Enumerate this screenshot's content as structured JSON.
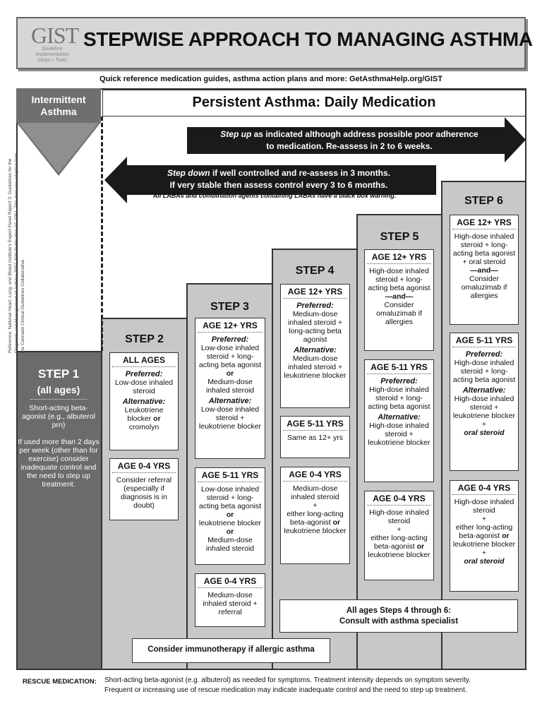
{
  "header": {
    "logo_word": "GIST",
    "logo_tagline": "Guideline Implementation Steps + Tools",
    "title": "STEPWISE APPROACH TO MANAGING ASTHMA",
    "subline": "Quick reference medication guides, asthma action plans and more: GetAsthmaHelp.org/GIST"
  },
  "intermittent": {
    "line1": "Intermittent",
    "line2": "Asthma"
  },
  "persistent_title": "Persistent Asthma: Daily Medication",
  "reference": "Reference: National Heart, Lung, and Blood Institute's Expert Panel Report 3: Guidelines for the Diagnosis and Management of Asthma 2007, NIH Publication 07-4051. This tool was adapted from the Colorado Clinical Guidelines Collaborative.",
  "step_up": {
    "lead": "Step up",
    "line1_rest": " as indicated although address possible poor adherence",
    "line2": "to medication. Re-assess in 2 to 6 weeks."
  },
  "step_down": {
    "lead": "Step down",
    "line1_rest": " if well controlled and re-assess in 3 months.",
    "line2": "If very stable then assess control every 3 to 6 months."
  },
  "black_box": "All LABAs and combination agents containing LABAs have a black box warning.",
  "step1": {
    "title": "STEP 1",
    "subtitle": "(all ages)",
    "p1": "Short-acting beta-agonist (e.g., albuterol prn)",
    "p2": "If used more than 2 days per week (other than for exercise) consider inadequate control and the need to step up treatment."
  },
  "step2": {
    "title": "STEP 2",
    "all_ages": {
      "h": "ALL AGES",
      "pref": "Preferred:",
      "pref_text": "Low-dose inhaled steroid",
      "alt": "Alternative:",
      "alt_text1": "Leukotriene blocker",
      "or": " or",
      "alt_text2": "cromolyn"
    },
    "age04": {
      "h": "AGE 0-4 YRS",
      "text": "Consider referral (especially if diagnosis is in doubt)"
    }
  },
  "step3": {
    "title": "STEP 3",
    "age12": {
      "h": "AGE 12+ YRS",
      "pref": "Preferred:",
      "t1": "Low-dose inhaled steroid + long-acting beta agonist",
      "or": " or",
      "t2": "Medium-dose inhaled steroid",
      "alt": "Alternative:",
      "t3": "Low-dose inhaled steroid + leukotriene blocker"
    },
    "age511": {
      "h": "AGE 5-11 YRS",
      "t1": "Low-dose inhaled steroid + long-acting beta agonist",
      "or1": " or",
      "t2": "leukotriene blocker",
      "or2": " or",
      "t3": "Medium-dose inhaled steroid"
    },
    "age04": {
      "h": "AGE 0-4 YRS",
      "text": "Medium-dose inhaled steroid + referral"
    }
  },
  "step4": {
    "title": "STEP 4",
    "age12": {
      "h": "AGE 12+ YRS",
      "pref": "Preferred:",
      "t1": "Medium-dose inhaled steroid + long-acting beta agonist",
      "alt": "Alternative:",
      "t2": "Medium-dose inhaled steroid + leukotriene blocker"
    },
    "age511": {
      "h": "AGE 5-11 YRS",
      "text": "Same as 12+ yrs"
    },
    "age04": {
      "h": "AGE 0-4 YRS",
      "t1": "Medium-dose inhaled steroid",
      "plus": "+",
      "t2": "either long-acting beta-agonist",
      "or": " or",
      "t3": "leukotriene blocker"
    }
  },
  "step5": {
    "title": "STEP 5",
    "age12": {
      "h": "AGE 12+ YRS",
      "t1": "High-dose inhaled steroid + long-acting beta agonist",
      "and": "—and—",
      "t2": "Consider omaluzimab if allergies"
    },
    "age511": {
      "h": "AGE 5-11 YRS",
      "pref": "Preferred:",
      "t1": "High-dose inhaled steroid + long-acting beta agonist",
      "alt": "Alternative:",
      "t2": "High-dose inhaled steroid + leukotriene blocker"
    },
    "age04": {
      "h": "AGE 0-4 YRS",
      "t1": "High-dose inhaled steroid",
      "plus": "+",
      "t2": "either long-acting beta-agonist",
      "or": " or",
      "t3": "leukotriene blocker"
    }
  },
  "step6": {
    "title": "STEP 6",
    "age12": {
      "h": "AGE 12+ YRS",
      "t1": "High-dose inhaled steroid + long-acting beta agonist + oral steroid",
      "and": "—and—",
      "t2": "Consider omaluzimab if allergies"
    },
    "age511": {
      "h": "AGE 5-11 YRS",
      "pref": "Preferred:",
      "t1": "High-dose inhaled steroid + long-acting beta agonist",
      "alt": "Alternative:",
      "t2": "High-dose inhaled steroid + leukotriene blocker",
      "plus": "+",
      "t3": "oral steroid"
    },
    "age04": {
      "h": "AGE 0-4 YRS",
      "t1": "High-dose inhaled steroid",
      "plus1": "+",
      "t2": "either long-acting beta-agonist",
      "or": " or",
      "t3": "leukotriene blocker",
      "plus2": "+",
      "t4": "oral steroid"
    }
  },
  "specialist": {
    "line1": "All ages Steps 4 through 6:",
    "line2": "Consult with asthma specialist"
  },
  "immunotherapy": "Consider immunotherapy if allergic asthma",
  "rescue": {
    "label": "RESCUE MEDICATION:",
    "line1": "Short-acting beta-agonist (e.g. albuterol) as needed for symptoms. Treatment intensity depends on symptom severity.",
    "line2": "Frequent or increasing use of rescue medication may indicate inadequate control and the need to step up treatment."
  }
}
